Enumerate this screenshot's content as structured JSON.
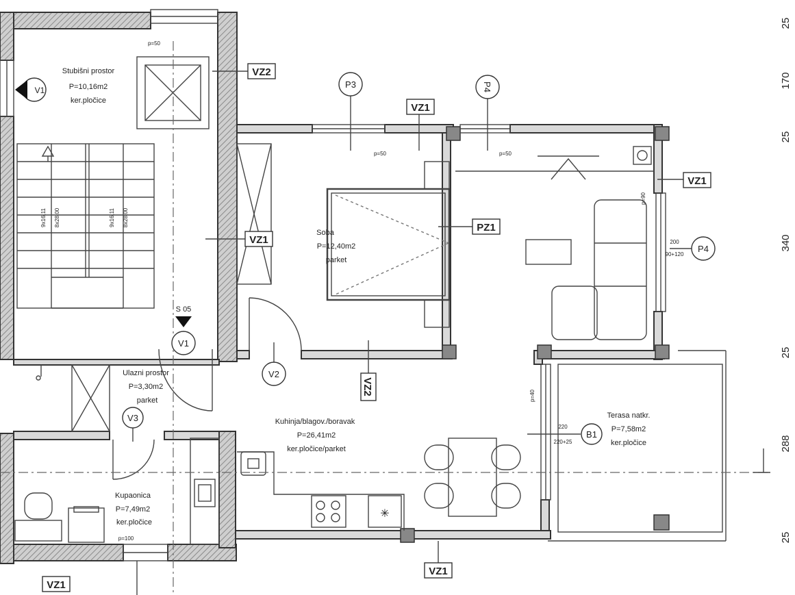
{
  "rooms": {
    "stair": {
      "name": "Stubišni prostor",
      "area": "P=10,16m2",
      "floor": "ker.pločice"
    },
    "bedroom": {
      "name": "Soba",
      "area": "P=12,40m2",
      "floor": "parket"
    },
    "entry": {
      "name": "Ulazni prostor",
      "area": "P=3,30m2",
      "floor": "parket"
    },
    "kitchen": {
      "name": "Kuhinja/blagov./boravak",
      "area": "P=26,41m2",
      "floor": "ker.pločice/parket"
    },
    "bathroom": {
      "name": "Kupaonica",
      "area": "P=7,49m2",
      "floor": "ker.pločice"
    },
    "terrace": {
      "name": "Terasa natkr.",
      "area": "P=7,58m2",
      "floor": "ker.pločice"
    }
  },
  "wall_tags": {
    "vz2_top": "VZ2",
    "vz1_top": "VZ1",
    "vz1_right": "VZ1",
    "vz1_mid": "VZ1",
    "pz1": "PZ1",
    "vz2_vertical": "VZ2",
    "vz1_bottom": "VZ1",
    "vz1_bottom_left": "VZ1"
  },
  "openings": {
    "p3": "P3",
    "p4": "P4",
    "p4_top": "P4",
    "v1_top": "V1",
    "v1": "V1",
    "v2": "V2",
    "v3": "V3",
    "b1": "B1",
    "s05": "S 05"
  },
  "notes": {
    "p50_top": "p=50",
    "p50_bedroom": "p=50",
    "p50_living": "p=50",
    "p90": "p=90",
    "p40": "p=40",
    "p100": "p=100",
    "stair_left_a": "9x16,11",
    "stair_left_b": "8x28,00",
    "stair_right_a": "9x16,11",
    "stair_right_b": "8x28,00",
    "b1_dim_a": "220",
    "b1_dim_b": "220+25",
    "p4_dim_a": "200",
    "p4_dim_b": "90+120"
  },
  "dimensions": [
    "25",
    "170",
    "25",
    "340",
    "25",
    "288",
    "25"
  ]
}
